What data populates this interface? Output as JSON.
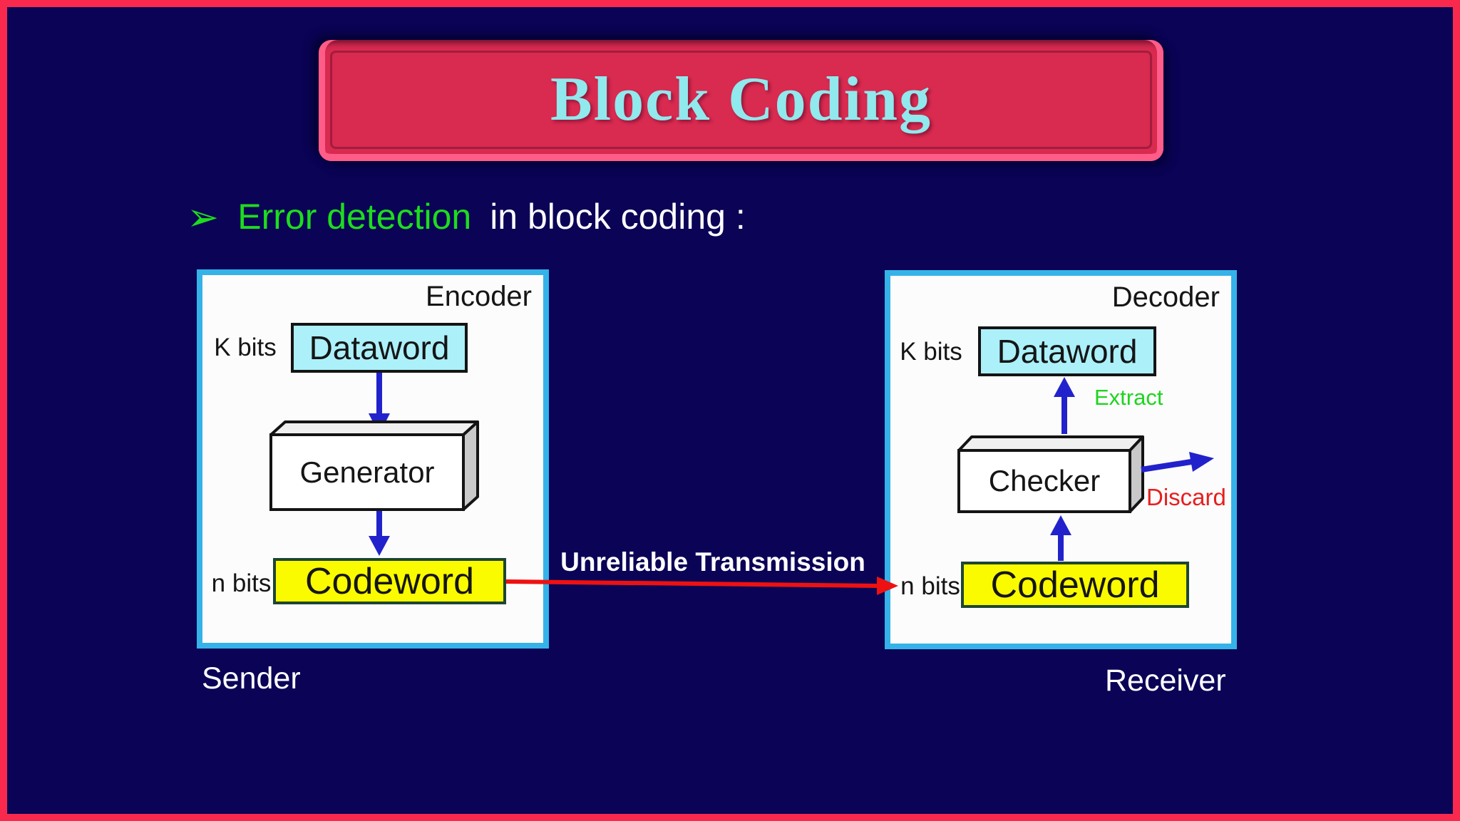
{
  "title": "Block Coding",
  "bullet": {
    "icon": "➢",
    "highlight": "Error detection",
    "rest": "in block coding :"
  },
  "encoder": {
    "panel_label": "Encoder",
    "kbits_label": "K bits",
    "dataword_label": "Dataword",
    "generator_label": "Generator",
    "nbits_label": "n bits",
    "codeword_label": "Codeword",
    "caption": "Sender"
  },
  "transmission": {
    "label": "Unreliable Transmission"
  },
  "decoder": {
    "panel_label": "Decoder",
    "kbits_label": "K bits",
    "dataword_label": "Dataword",
    "extract_label": "Extract",
    "checker_label": "Checker",
    "discard_label": "Discard",
    "nbits_label": "n bits",
    "codeword_label": "Codeword",
    "caption": "Receiver"
  },
  "colors": {
    "bg": "#0A0356",
    "frame_pink": "#F9294E",
    "title_fill": "#D92A50",
    "title_bevel": "#FF5C88",
    "title_inner_line": "#A31C3E",
    "title_text": "#90E9ED",
    "bullet_green": "#1EDC1E",
    "text_white": "#FFFFFF",
    "text_black": "#151515",
    "panel_border": "#35B2E8",
    "panel_bg": "#FCFCFC",
    "dataword_fill": "#ACF0FA",
    "codeword_fill": "#FBFB00",
    "codeword_border": "#1E4634",
    "box_border": "#141414",
    "slab_top": "#F0F0F0",
    "slab_side": "#C9C9C9",
    "extract_green": "#1FD41F",
    "discard_red": "#E81E1E",
    "arrow_blue": "#2222CC",
    "arrow_red": "#EE1111"
  }
}
